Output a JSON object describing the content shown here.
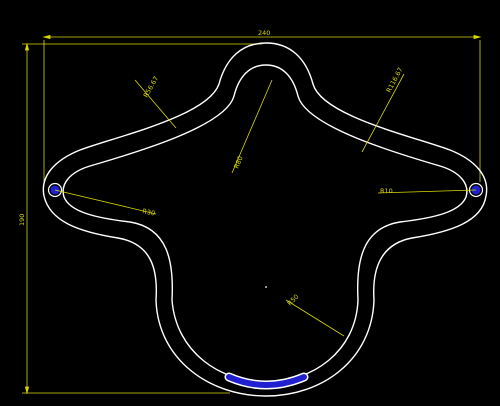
{
  "drawing": {
    "colors": {
      "background": "#000000",
      "outline": "#ffffff",
      "dimension": "#d8d800",
      "hole": "#2020d0"
    },
    "overall_width": "240",
    "overall_height": "190",
    "annotations": {
      "top_left_radius": "R56.67",
      "top_right_radius": "R116.67",
      "inner_radius": "R80",
      "left_radius": "R30",
      "right_radius": "R10",
      "bottom_radius": "R50"
    }
  }
}
